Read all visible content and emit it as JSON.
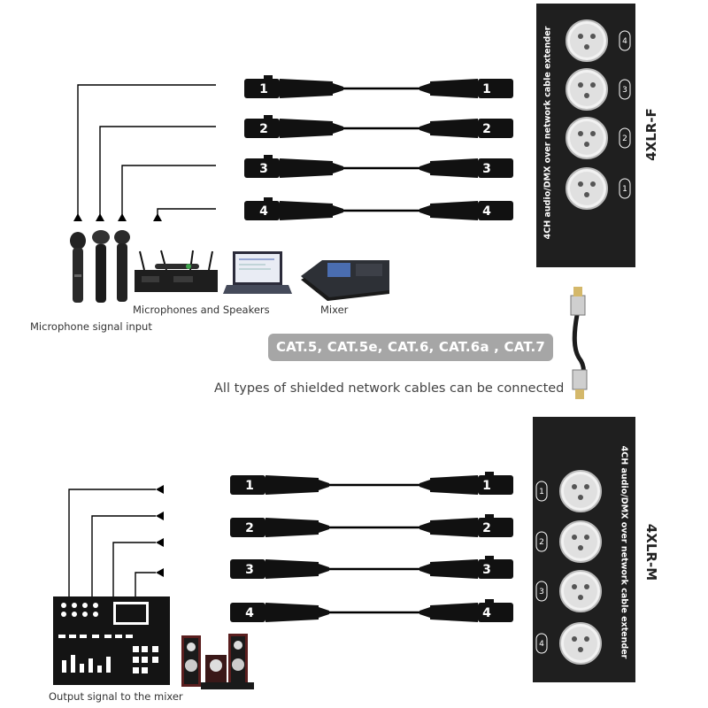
{
  "captions": {
    "mic_signal_input": "Microphone signal input",
    "mics_and_speakers": "Microphones and Speakers",
    "mixer": "Mixer",
    "cable_types": "CAT.5, CAT.5e, CAT.6, CAT.6a , CAT.7",
    "shielded_note": "All types of shielded network cables can be connected",
    "output_to_mixer": "Output signal to the mixer"
  },
  "devices": {
    "top": {
      "model": "4XLR-F",
      "description": "4CH audio/DMX over network cable extender",
      "ports": [
        "4",
        "3",
        "2",
        "1"
      ]
    },
    "bottom": {
      "model": "4XLR-M",
      "description": "4CH audio/DMX over network cable extender",
      "ports": [
        "1",
        "2",
        "3",
        "4"
      ]
    }
  },
  "channels": [
    "1",
    "2",
    "3",
    "4"
  ],
  "colors": {
    "device": "#1f1f1f",
    "plug": "#111111",
    "cable_pill": "#a6a6a6",
    "signal_line": "#000000"
  },
  "icons": [
    "microphone-icon",
    "wireless-receiver-icon",
    "laptop-icon",
    "mixer-console-icon",
    "ethernet-cable-icon",
    "speaker-icon"
  ]
}
